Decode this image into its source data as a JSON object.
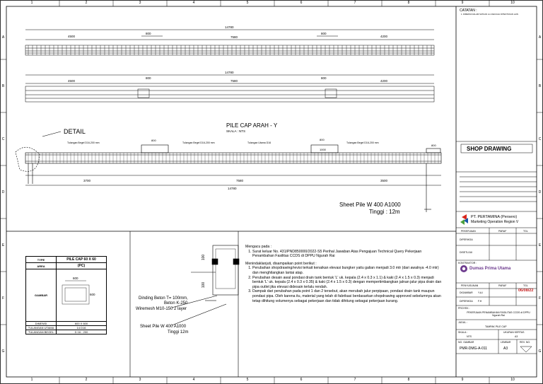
{
  "grid": {
    "columns": [
      "1",
      "2",
      "3",
      "4",
      "5",
      "6",
      "7",
      "8",
      "9",
      "10"
    ],
    "rows": [
      "A",
      "B",
      "C",
      "D",
      "E",
      "F",
      "G"
    ]
  },
  "top_elevation": {
    "total_dim": "14780",
    "left_dim": "4500",
    "mid_small_left": "800",
    "center_dim": "7580",
    "mid_small_right": "800",
    "right_dim": "4200"
  },
  "plan_view": {
    "total_dim": "14780",
    "left_dim": "4500",
    "mid_small_left": "800",
    "center_dim": "7580",
    "mid_small_right": "800",
    "right_dim": "4200"
  },
  "section": {
    "title": "PILE CAP ARAH - Y",
    "scale": "SKALA : NTS",
    "detail_label": "DETAIL",
    "callout_1": "Tulangan Begel D16-200 mm",
    "callout_2": "Tulangan Begel D16-200 mm",
    "callout_3": "Tulangan Utama D16",
    "callout_4": "Tulangan Begel D16-200 mm",
    "dim_800_a": "800",
    "dim_800_b": "800",
    "dim_1000": "1000",
    "dim_800_c": "800",
    "bottom_left": "3700",
    "bottom_center": "7580",
    "bottom_right": "3500",
    "bottom_total": "14780",
    "sheet_pile": "Sheet Pile W 400 A1000",
    "tinggi": "Tinggi : 12m"
  },
  "pile_table": {
    "type_label": "TYPE",
    "type_value": "PILE CAP 60 X 60",
    "area_label": "AREA",
    "area_value": "(PC)",
    "dim_top": "600",
    "dim_side": "600",
    "gambar_label": "GAMBAR",
    "rows": [
      {
        "label": "DIMENSI",
        "value": "600 X 600"
      },
      {
        "label": "TULANGAN UTAMA",
        "value": "14 D16"
      },
      {
        "label": "TULANGAN BEGEL",
        "value": "D 16 - 200"
      }
    ]
  },
  "detail": {
    "dim_100_a": "100",
    "dim_100_b": "100",
    "line1": "Dinding Beton T= 100mm,",
    "line2": "Beton K-250",
    "line3": "Wiremesh M10-150 2 layer",
    "line4": "Sheet Pile W 400 A1000",
    "line5": "Tinggi 12m"
  },
  "notes": {
    "heading": "Mengacu pada :",
    "ref_items": [
      "Surat keluar No. 431/PND850000/2022-S5 Perihal Jawaban Atas Pengajuan Technical Query Pekerjaan Penambahan Fasilitas CCDS di DPPU Ngurah Rai"
    ],
    "heading2": "Menindaklanjuti, disampaikan point berikut :",
    "items": [
      "Perubahan shopdrawing/revisi terkait kenaikan elevasi bungker yaitu galian menjadi 3.0 mtr (dari awalnya -4.0 mtr) dan menghilangkan lantai atap.",
      "Perubahan desain awal pondasi drain tank bentuk 'L' uk. kepala (2.4 x 0.3 x 1.1) & kaki (2.4 x 1.5 x 0.3) menjadi bentuk 'L' uk. kepala (2.4 x 0.3 x 0.35) & kaki (2.4 x 1.5 x 0.3) dengan mempertimbangkan jalnan jalur pipa drain dan pipa outlet jika elevasi didesain terlalu rendah.",
      "Dampak dari perubahan pada point 1 dan 2 tersebut, akan merubah jalur perpipaan, pondasi drain tank maupun pondasi pipa. Oleh karena itu, material yang telah di fabrikasi berdasarkan shopdrawing approved sebelumnya akan tetap dihitung volumenya sebagai pekerjaan dan tidak dihitung sebagai pekerjaan kurang."
    ]
  },
  "title_block": {
    "catatan": "CATATAN :",
    "catatan_line": "1. DIMENSI DALAM SATUAN mm KECUALI DITENTUKAN LAIN",
    "stamp": "SHOP DRAWING",
    "client_name": "PT. PERTAMINA (Persero)",
    "client_unit": "Marketing Operation Region V",
    "pekerjaan": "PEKERJAAN",
    "paraf": "PARAF",
    "tgl": "TGL",
    "diperiksa": "DIPERIKSA",
    "disetujui": "DISETUJUI",
    "contractor": "KONTRAKTOR :",
    "contractor_name": "Dumas Prima Utama",
    "penyusunan": "PENYUSUNAN",
    "digambar": "DIGAMBAR",
    "drafter": "Y.A.I",
    "diperiksa2": "DIPERIKSA",
    "checker": "F.H",
    "date": "06/08/22",
    "proyek": "PROYEK :",
    "proyek_name": "PEKERJAAN PENAMBAHAN FASILITAS CCDS di DPPU Ngurah Rai",
    "judul": "JUDUL :",
    "judul_name": "TAMPAK PILE CAP",
    "skala": "SKALA :",
    "skala_val": "NTS",
    "ukuran": "UKURAN KERTAS",
    "ukuran_val": "A3",
    "no_gambar": "NO. GAMBAR",
    "no_val": "PMR-DMG-A-011",
    "lembar": "LEMBAR",
    "lembar_val": "A3",
    "rev": "REV. NO."
  }
}
